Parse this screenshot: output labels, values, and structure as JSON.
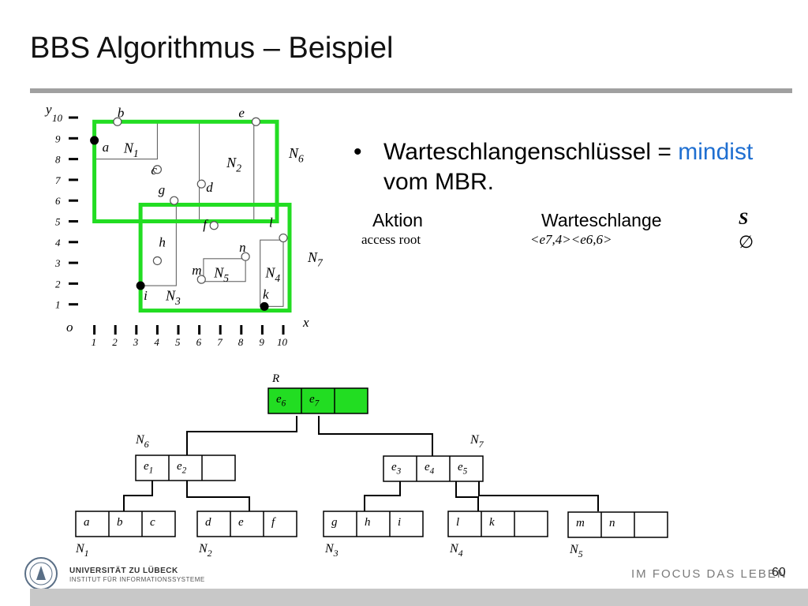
{
  "header": {
    "title": "BBS Algorithmus – Beispiel"
  },
  "bullet": {
    "symbol": "•",
    "text_before": "Warteschlangenschlüssel = ",
    "highlight": "mindist",
    "text_after": " vom MBR."
  },
  "table": {
    "col_action": "Aktion",
    "col_queue": "Warteschlange",
    "col_result": "S",
    "rows": [
      {
        "action": "access root",
        "queue": "<e7,4><e6,6>",
        "result": "∅"
      }
    ]
  },
  "colors": {
    "highlight": "#22dd22",
    "accent_blue": "#1f6fd1"
  },
  "plot": {
    "axis_x": "x",
    "axis_y": "y",
    "origin": "o",
    "ticks": [
      1,
      2,
      3,
      4,
      5,
      6,
      7,
      8,
      9,
      10
    ],
    "points": [
      {
        "label": "a",
        "x": 1,
        "y": 8.9,
        "style": "filled"
      },
      {
        "label": "b",
        "x": 2.1,
        "y": 9.8,
        "style": "open"
      },
      {
        "label": "c",
        "x": 4,
        "y": 7.5,
        "style": "open"
      },
      {
        "label": "d",
        "x": 6.1,
        "y": 6.8,
        "style": "open"
      },
      {
        "label": "e",
        "x": 8.7,
        "y": 9.8,
        "style": "open"
      },
      {
        "label": "f",
        "x": 6.7,
        "y": 4.8,
        "style": "open"
      },
      {
        "label": "g",
        "x": 4.8,
        "y": 6,
        "style": "open"
      },
      {
        "label": "h",
        "x": 4,
        "y": 3.1,
        "style": "open"
      },
      {
        "label": "i",
        "x": 3.2,
        "y": 1.9,
        "style": "filled"
      },
      {
        "label": "k",
        "x": 9.1,
        "y": 0.9,
        "style": "filled"
      },
      {
        "label": "l",
        "x": 10,
        "y": 4.2,
        "style": "open"
      },
      {
        "label": "m",
        "x": 6.1,
        "y": 2.2,
        "style": "open"
      },
      {
        "label": "n",
        "x": 8.2,
        "y": 3.3,
        "style": "open"
      }
    ],
    "node_labels": [
      "N1",
      "N2",
      "N3",
      "N4",
      "N5",
      "N6",
      "N7"
    ]
  },
  "tree": {
    "root_label": "R",
    "root_entries": [
      "e6",
      "e7"
    ],
    "n6_label": "N6",
    "n6_entries": [
      "e1",
      "e2"
    ],
    "n7_label": "N7",
    "n7_entries": [
      "e3",
      "e4",
      "e5"
    ],
    "leaves": [
      {
        "label": "N1",
        "entries": [
          "a",
          "b",
          "c"
        ]
      },
      {
        "label": "N2",
        "entries": [
          "d",
          "e",
          "f"
        ]
      },
      {
        "label": "N3",
        "entries": [
          "g",
          "h",
          "i"
        ]
      },
      {
        "label": "N4",
        "entries": [
          "l",
          "k"
        ]
      },
      {
        "label": "N5",
        "entries": [
          "m",
          "n"
        ]
      }
    ]
  },
  "footer": {
    "university": "UNIVERSITÄT ZU LÜBECK",
    "institute": "INSTITUT FÜR INFORMATIONSSYSTEME",
    "slogan": "IM FOCUS DAS LEBEN",
    "page_number": "60"
  }
}
